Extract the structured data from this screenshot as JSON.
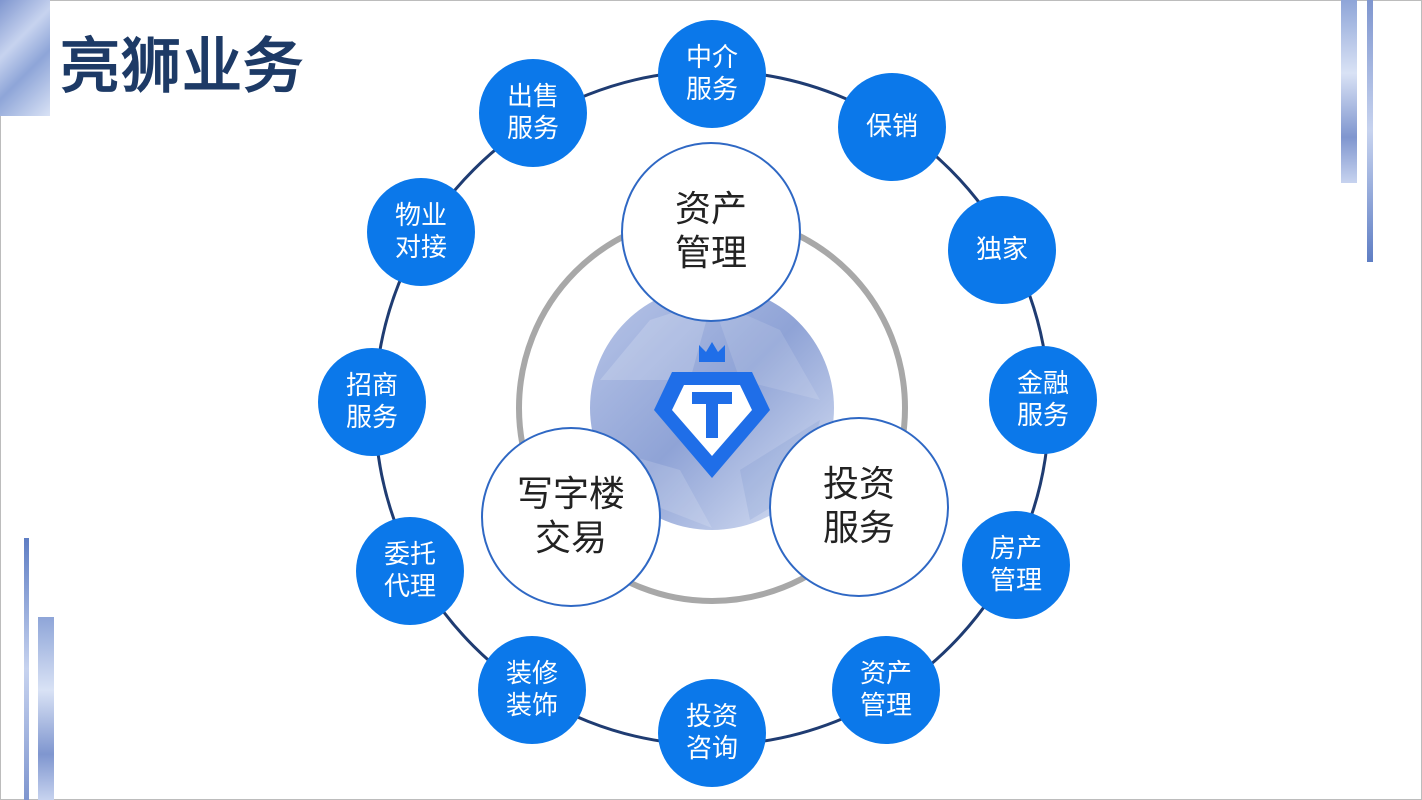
{
  "title": "亮狮业务",
  "core": [
    {
      "id": "asset",
      "label": "资产\n管理"
    },
    {
      "id": "office",
      "label": "写字楼\n交易"
    },
    {
      "id": "invest",
      "label": "投资\n服务"
    }
  ],
  "services": [
    {
      "id": "agency",
      "label": "中介\n服务"
    },
    {
      "id": "sales-guarantee",
      "label": "保销"
    },
    {
      "id": "exclusive",
      "label": "独家"
    },
    {
      "id": "finance",
      "label": "金融\n服务"
    },
    {
      "id": "property-mgmt",
      "label": "房产\n管理"
    },
    {
      "id": "asset-mgmt",
      "label": "资产\n管理"
    },
    {
      "id": "invest-consult",
      "label": "投资\n咨询"
    },
    {
      "id": "decoration",
      "label": "装修\n装饰"
    },
    {
      "id": "entrust",
      "label": "委托\n代理"
    },
    {
      "id": "merchant",
      "label": "招商\n服务"
    },
    {
      "id": "property-link",
      "label": "物业\n对接"
    },
    {
      "id": "sale",
      "label": "出售\n服务"
    }
  ],
  "colors": {
    "title": "#1d3a66",
    "service_fill": "#0b78ea",
    "ring": "#1f3c72",
    "inner_ring": "#a8a8a8",
    "core_border": "#2f68c4",
    "logo": "#1f6ee8",
    "center_disc": "#9fb0dc"
  },
  "logo_icon": "lion-crown-shield-icon"
}
